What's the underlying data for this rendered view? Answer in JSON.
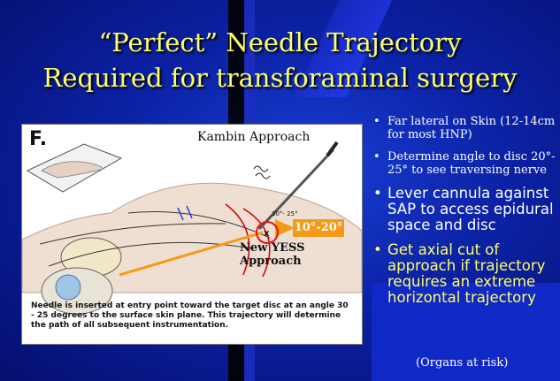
{
  "title": {
    "line1": "“Perfect” Needle Trajectory",
    "line2": "Required for transforaminal surgery"
  },
  "figure": {
    "panel_letter": "F.",
    "kambin_label": "Kambin Approach",
    "angle_label": "10°-20°",
    "small_angle_label": "30°- 25°",
    "x_marker": "x",
    "yess_label": "New YESS Approach",
    "caption": "Needle is inserted at entry point toward the target disc at an angle 30 - 25 degrees to the surface skin plane. This trajectory will determine the path of all subsequent instrumentation."
  },
  "bullets": [
    {
      "text": "Far lateral on Skin (12-14cm for most HNP)",
      "style": "small"
    },
    {
      "text": "Determine angle to disc 20°- 25° to see traversing nerve",
      "style": "small"
    },
    {
      "text": "Lever cannula against SAP to access epidural space and disc",
      "style": "large"
    },
    {
      "text": "Get axial cut of approach if trajectory requires an extreme horizontal trajectory",
      "style": "yellow"
    }
  ],
  "bullet_glyph": "•",
  "footnote": "(Organs at risk)",
  "colors": {
    "background": "#0b22a6",
    "title": "#ffff66",
    "highlight_bullet": "#ffff66",
    "angle_box": "#f59a18"
  }
}
